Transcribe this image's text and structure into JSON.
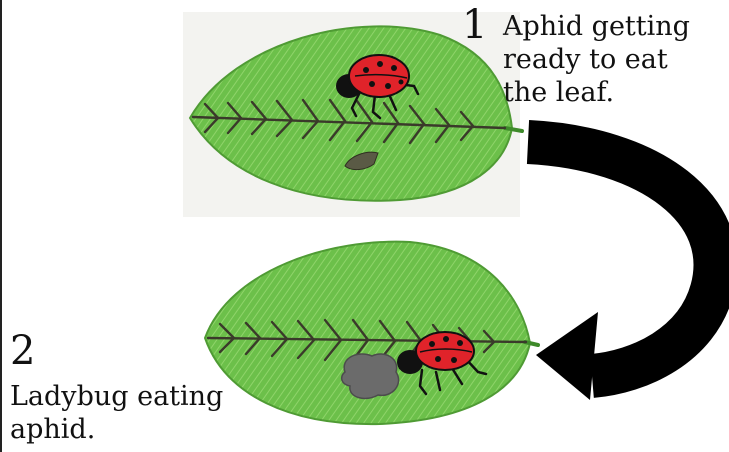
{
  "steps": [
    {
      "number": "1",
      "caption_lines": [
        "Aphid getting",
        "ready to eat",
        "the leaf."
      ]
    },
    {
      "number": "2",
      "caption_lines": [
        "Ladybug eating",
        "aphid."
      ]
    }
  ],
  "colors": {
    "leaf": "#6cc04a",
    "leaf_light": "#9ad872",
    "vein": "#3a3a2a",
    "ladybug_shell": "#e0232a",
    "ladybug_spots": "#111111",
    "aphid": "#5a5a45",
    "eaten_aphid": "#6b6b6b",
    "arrow": "#000000"
  },
  "icons": [
    "leaf-illustration",
    "ladybug-icon",
    "aphid-icon",
    "curved-arrow-icon"
  ]
}
